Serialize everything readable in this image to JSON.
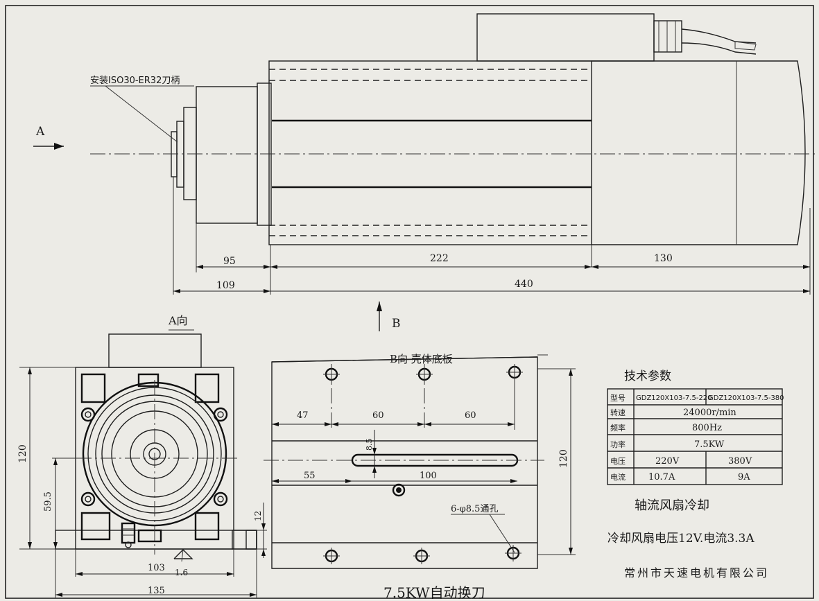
{
  "side_view": {
    "view_a_marker": "A",
    "callout": "安装ISO30-ER32刀柄",
    "dim_95": "95",
    "dim_109": "109",
    "dim_222": "222",
    "dim_130": "130",
    "dim_440": "440"
  },
  "front_view": {
    "title": "A向",
    "dim_120": "120",
    "dim_59_5": "59.5",
    "dim_12": "12",
    "dim_103": "103",
    "dim_135": "135",
    "roughness": "1.6"
  },
  "bottom_view": {
    "view_b_marker": "B",
    "title": "B向 壳体底板",
    "dim_47": "47",
    "dim_60a": "60",
    "dim_60b": "60",
    "dim_8_5": "8.5",
    "dim_55": "55",
    "dim_100": "100",
    "dim_120": "120",
    "hole_note": "6-φ8.5通孔"
  },
  "spec_table": {
    "title": "技术参数",
    "rows": [
      {
        "label": "型号",
        "v1": "GDZ120X103-7.5-220",
        "v2": "GDZ120X103-7.5-380"
      },
      {
        "label": "转速",
        "merged": "24000r/min"
      },
      {
        "label": "频率",
        "merged": "800Hz"
      },
      {
        "label": "功率",
        "merged": "7.5KW"
      },
      {
        "label": "电压",
        "v1": "220V",
        "v2": "380V"
      },
      {
        "label": "电流",
        "v1": "10.7A",
        "v2": "9A"
      }
    ]
  },
  "notes": {
    "cooling": "轴流风扇冷却",
    "fan": "冷却风扇电压12V.电流3.3A",
    "company": "常州市天速电机有限公司",
    "footer": "7.5KW自动换刀"
  }
}
